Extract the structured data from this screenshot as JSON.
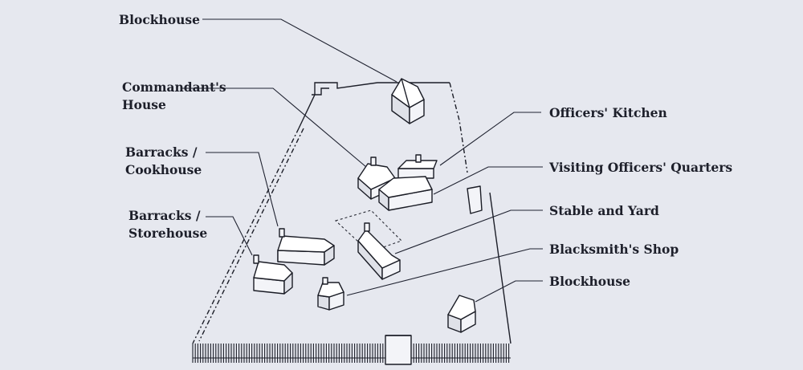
{
  "labels": {
    "blockhouse_top": "Blockhouse",
    "commandants_house_1": "Commandant's",
    "commandants_house_2": "House",
    "barracks_cookhouse_1": "Barracks /",
    "barracks_cookhouse_2": "Cookhouse",
    "barracks_storehouse_1": "Barracks /",
    "barracks_storehouse_2": "Storehouse",
    "officers_kitchen": "Officers' Kitchen",
    "visiting_officers_quarters": "Visiting Officers' Quarters",
    "stable_and_yard": "Stable and Yard",
    "blacksmiths_shop": "Blacksmith's Shop",
    "blockhouse_bottom": "Blockhouse"
  },
  "colors": {
    "background": "#e6e8ef",
    "ink": "#1d1f2a"
  }
}
